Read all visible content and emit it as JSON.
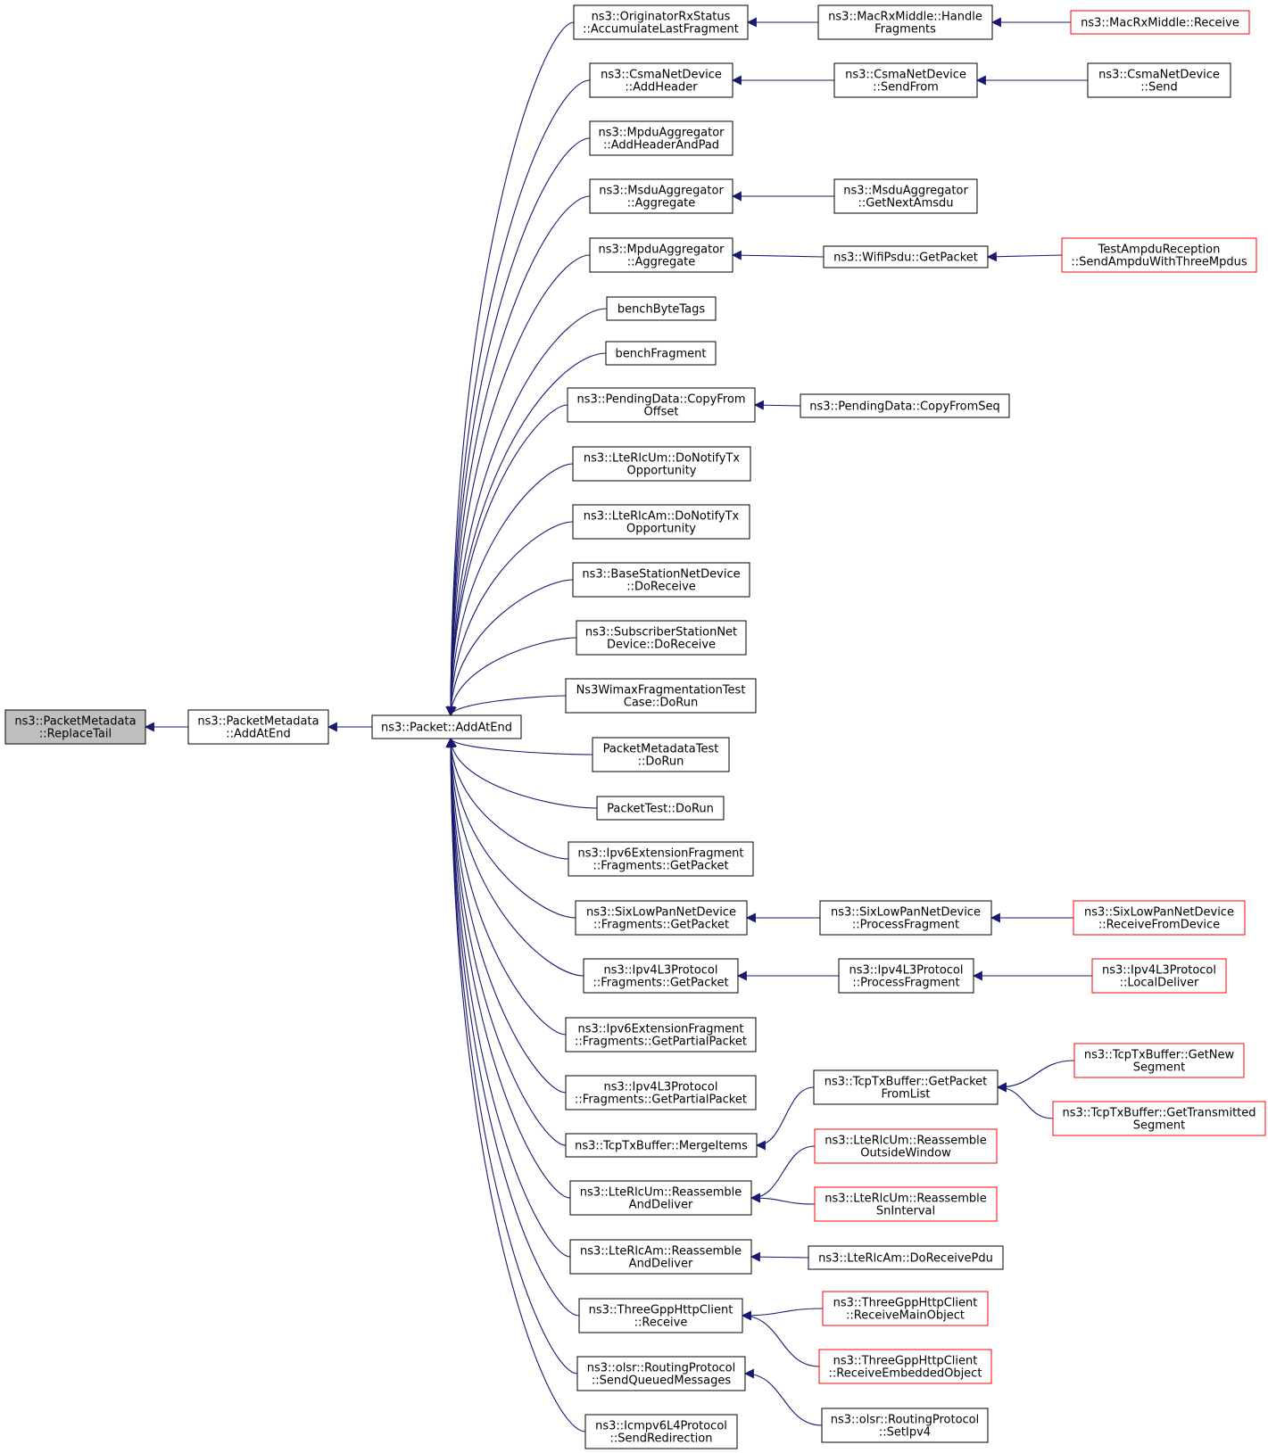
{
  "title": "",
  "colors": {
    "edge": "#191970",
    "border_normal": "#000000",
    "border_truncated": "#ff0000",
    "fill_focus": "#bfbfbf",
    "fill_normal": "#ffffff"
  },
  "nodes": [
    {
      "id": "replace-tail",
      "lines": [
        "ns3::PacketMetadata",
        "::ReplaceTail"
      ],
      "style": "focus"
    },
    {
      "id": "metadata-add-at-end",
      "lines": [
        "ns3::PacketMetadata",
        "::AddAtEnd"
      ],
      "style": "normal"
    },
    {
      "id": "packet-add-at-end",
      "lines": [
        "ns3::Packet::AddAtEnd"
      ],
      "style": "normal"
    },
    {
      "id": "accumulate-last-fragment",
      "lines": [
        "ns3::OriginatorRxStatus",
        "::AccumulateLastFragment"
      ],
      "style": "normal"
    },
    {
      "id": "mac-rx-handle-fragments",
      "lines": [
        "ns3::MacRxMiddle::Handle",
        "Fragments"
      ],
      "style": "normal"
    },
    {
      "id": "mac-rx-receive",
      "lines": [
        "ns3::MacRxMiddle::Receive"
      ],
      "style": "truncated"
    },
    {
      "id": "csma-add-header",
      "lines": [
        "ns3::CsmaNetDevice",
        "::AddHeader"
      ],
      "style": "normal"
    },
    {
      "id": "csma-send-from",
      "lines": [
        "ns3::CsmaNetDevice",
        "::SendFrom"
      ],
      "style": "normal"
    },
    {
      "id": "csma-send",
      "lines": [
        "ns3::CsmaNetDevice",
        "::Send"
      ],
      "style": "normal"
    },
    {
      "id": "mpdu-add-header-pad",
      "lines": [
        "ns3::MpduAggregator",
        "::AddHeaderAndPad"
      ],
      "style": "normal"
    },
    {
      "id": "msdu-aggregate",
      "lines": [
        "ns3::MsduAggregator",
        "::Aggregate"
      ],
      "style": "normal"
    },
    {
      "id": "msdu-get-next-amsdu",
      "lines": [
        "ns3::MsduAggregator",
        "::GetNextAmsdu"
      ],
      "style": "normal"
    },
    {
      "id": "mpdu-aggregate",
      "lines": [
        "ns3::MpduAggregator",
        "::Aggregate"
      ],
      "style": "normal"
    },
    {
      "id": "wifi-psdu-get-packet",
      "lines": [
        "ns3::WifiPsdu::GetPacket"
      ],
      "style": "normal"
    },
    {
      "id": "send-ampdu-three-mpdus",
      "lines": [
        "TestAmpduReception",
        "::SendAmpduWithThreeMpdus"
      ],
      "style": "truncated"
    },
    {
      "id": "bench-byte-tags",
      "lines": [
        "benchByteTags"
      ],
      "style": "normal"
    },
    {
      "id": "bench-fragment",
      "lines": [
        "benchFragment"
      ],
      "style": "normal"
    },
    {
      "id": "pending-copy-from-offset",
      "lines": [
        "ns3::PendingData::CopyFrom",
        "Offset"
      ],
      "style": "normal"
    },
    {
      "id": "pending-copy-from-seq",
      "lines": [
        "ns3::PendingData::CopyFromSeq"
      ],
      "style": "normal"
    },
    {
      "id": "rlc-um-notify-tx",
      "lines": [
        "ns3::LteRlcUm::DoNotifyTx",
        "Opportunity"
      ],
      "style": "normal"
    },
    {
      "id": "rlc-am-notify-tx",
      "lines": [
        "ns3::LteRlcAm::DoNotifyTx",
        "Opportunity"
      ],
      "style": "normal"
    },
    {
      "id": "bs-do-receive",
      "lines": [
        "ns3::BaseStationNetDevice",
        "::DoReceive"
      ],
      "style": "normal"
    },
    {
      "id": "ss-do-receive",
      "lines": [
        "ns3::SubscriberStationNet",
        "Device::DoReceive"
      ],
      "style": "normal"
    },
    {
      "id": "wimax-frag-test",
      "lines": [
        "Ns3WimaxFragmentationTest",
        "Case::DoRun"
      ],
      "style": "normal"
    },
    {
      "id": "packet-metadata-test",
      "lines": [
        "PacketMetadataTest",
        "::DoRun"
      ],
      "style": "normal"
    },
    {
      "id": "packet-test",
      "lines": [
        "PacketTest::DoRun"
      ],
      "style": "normal"
    },
    {
      "id": "ipv6-frag-get-packet",
      "lines": [
        "ns3::Ipv6ExtensionFragment",
        "::Fragments::GetPacket"
      ],
      "style": "normal"
    },
    {
      "id": "sixlowpan-get-packet",
      "lines": [
        "ns3::SixLowPanNetDevice",
        "::Fragments::GetPacket"
      ],
      "style": "normal"
    },
    {
      "id": "sixlowpan-process-fragment",
      "lines": [
        "ns3::SixLowPanNetDevice",
        "::ProcessFragment"
      ],
      "style": "normal"
    },
    {
      "id": "sixlowpan-receive-from-device",
      "lines": [
        "ns3::SixLowPanNetDevice",
        "::ReceiveFromDevice"
      ],
      "style": "truncated"
    },
    {
      "id": "ipv4l3-get-packet",
      "lines": [
        "ns3::Ipv4L3Protocol",
        "::Fragments::GetPacket"
      ],
      "style": "normal"
    },
    {
      "id": "ipv4l3-process-fragment",
      "lines": [
        "ns3::Ipv4L3Protocol",
        "::ProcessFragment"
      ],
      "style": "normal"
    },
    {
      "id": "ipv4l3-local-deliver",
      "lines": [
        "ns3::Ipv4L3Protocol",
        "::LocalDeliver"
      ],
      "style": "truncated"
    },
    {
      "id": "ipv6-frag-get-partial",
      "lines": [
        "ns3::Ipv6ExtensionFragment",
        "::Fragments::GetPartialPacket"
      ],
      "style": "normal"
    },
    {
      "id": "ipv4l3-get-partial",
      "lines": [
        "ns3::Ipv4L3Protocol",
        "::Fragments::GetPartialPacket"
      ],
      "style": "normal"
    },
    {
      "id": "tcp-get-packet-from-list",
      "lines": [
        "ns3::TcpTxBuffer::GetPacket",
        "FromList"
      ],
      "style": "normal"
    },
    {
      "id": "tcp-get-new-segment",
      "lines": [
        "ns3::TcpTxBuffer::GetNew",
        "Segment"
      ],
      "style": "truncated"
    },
    {
      "id": "tcp-get-transmitted-segment",
      "lines": [
        "ns3::TcpTxBuffer::GetTransmitted",
        "Segment"
      ],
      "style": "truncated"
    },
    {
      "id": "tcp-merge-items",
      "lines": [
        "ns3::TcpTxBuffer::MergeItems"
      ],
      "style": "normal"
    },
    {
      "id": "rlc-um-reassemble-outside",
      "lines": [
        "ns3::LteRlcUm::Reassemble",
        "OutsideWindow"
      ],
      "style": "truncated"
    },
    {
      "id": "rlc-um-reassemble-deliver",
      "lines": [
        "ns3::LteRlcUm::Reassemble",
        "AndDeliver"
      ],
      "style": "normal"
    },
    {
      "id": "rlc-um-reassemble-sn",
      "lines": [
        "ns3::LteRlcUm::Reassemble",
        "SnInterval"
      ],
      "style": "truncated"
    },
    {
      "id": "rlc-am-reassemble-deliver",
      "lines": [
        "ns3::LteRlcAm::Reassemble",
        "AndDeliver"
      ],
      "style": "normal"
    },
    {
      "id": "rlc-am-do-receive-pdu",
      "lines": [
        "ns3::LteRlcAm::DoReceivePdu"
      ],
      "style": "normal"
    },
    {
      "id": "http-client-receive",
      "lines": [
        "ns3::ThreeGppHttpClient",
        "::Receive"
      ],
      "style": "normal"
    },
    {
      "id": "http-receive-main",
      "lines": [
        "ns3::ThreeGppHttpClient",
        "::ReceiveMainObject"
      ],
      "style": "truncated"
    },
    {
      "id": "http-receive-embedded",
      "lines": [
        "ns3::ThreeGppHttpClient",
        "::ReceiveEmbeddedObject"
      ],
      "style": "truncated"
    },
    {
      "id": "olsr-send-queued",
      "lines": [
        "ns3::olsr::RoutingProtocol",
        "::SendQueuedMessages"
      ],
      "style": "normal"
    },
    {
      "id": "olsr-set-ipv4",
      "lines": [
        "ns3::olsr::RoutingProtocol",
        "::SetIpv4"
      ],
      "style": "normal"
    },
    {
      "id": "icmpv6-send-redirection",
      "lines": [
        "ns3::Icmpv6L4Protocol",
        "::SendRedirection"
      ],
      "style": "normal"
    }
  ],
  "edges": [
    [
      "metadata-add-at-end",
      "replace-tail"
    ],
    [
      "packet-add-at-end",
      "metadata-add-at-end"
    ],
    [
      "accumulate-last-fragment",
      "packet-add-at-end"
    ],
    [
      "mac-rx-handle-fragments",
      "accumulate-last-fragment"
    ],
    [
      "mac-rx-receive",
      "mac-rx-handle-fragments"
    ],
    [
      "csma-add-header",
      "packet-add-at-end"
    ],
    [
      "csma-send-from",
      "csma-add-header"
    ],
    [
      "csma-send",
      "csma-send-from"
    ],
    [
      "mpdu-add-header-pad",
      "packet-add-at-end"
    ],
    [
      "msdu-aggregate",
      "packet-add-at-end"
    ],
    [
      "msdu-get-next-amsdu",
      "msdu-aggregate"
    ],
    [
      "mpdu-aggregate",
      "packet-add-at-end"
    ],
    [
      "wifi-psdu-get-packet",
      "mpdu-aggregate"
    ],
    [
      "send-ampdu-three-mpdus",
      "wifi-psdu-get-packet"
    ],
    [
      "bench-byte-tags",
      "packet-add-at-end"
    ],
    [
      "bench-fragment",
      "packet-add-at-end"
    ],
    [
      "pending-copy-from-offset",
      "packet-add-at-end"
    ],
    [
      "pending-copy-from-seq",
      "pending-copy-from-offset"
    ],
    [
      "rlc-um-notify-tx",
      "packet-add-at-end"
    ],
    [
      "rlc-am-notify-tx",
      "packet-add-at-end"
    ],
    [
      "bs-do-receive",
      "packet-add-at-end"
    ],
    [
      "ss-do-receive",
      "packet-add-at-end"
    ],
    [
      "wimax-frag-test",
      "packet-add-at-end"
    ],
    [
      "packet-metadata-test",
      "packet-add-at-end"
    ],
    [
      "packet-test",
      "packet-add-at-end"
    ],
    [
      "ipv6-frag-get-packet",
      "packet-add-at-end"
    ],
    [
      "sixlowpan-get-packet",
      "packet-add-at-end"
    ],
    [
      "sixlowpan-process-fragment",
      "sixlowpan-get-packet"
    ],
    [
      "sixlowpan-receive-from-device",
      "sixlowpan-process-fragment"
    ],
    [
      "ipv4l3-get-packet",
      "packet-add-at-end"
    ],
    [
      "ipv4l3-process-fragment",
      "ipv4l3-get-packet"
    ],
    [
      "ipv4l3-local-deliver",
      "ipv4l3-process-fragment"
    ],
    [
      "ipv6-frag-get-partial",
      "packet-add-at-end"
    ],
    [
      "ipv4l3-get-partial",
      "packet-add-at-end"
    ],
    [
      "tcp-merge-items",
      "packet-add-at-end"
    ],
    [
      "tcp-get-packet-from-list",
      "tcp-merge-items"
    ],
    [
      "tcp-get-new-segment",
      "tcp-get-packet-from-list"
    ],
    [
      "tcp-get-transmitted-segment",
      "tcp-get-packet-from-list"
    ],
    [
      "rlc-um-reassemble-deliver",
      "packet-add-at-end"
    ],
    [
      "rlc-um-reassemble-outside",
      "rlc-um-reassemble-deliver"
    ],
    [
      "rlc-um-reassemble-sn",
      "rlc-um-reassemble-deliver"
    ],
    [
      "rlc-am-reassemble-deliver",
      "packet-add-at-end"
    ],
    [
      "rlc-am-do-receive-pdu",
      "rlc-am-reassemble-deliver"
    ],
    [
      "http-client-receive",
      "packet-add-at-end"
    ],
    [
      "http-receive-main",
      "http-client-receive"
    ],
    [
      "http-receive-embedded",
      "http-client-receive"
    ],
    [
      "olsr-send-queued",
      "packet-add-at-end"
    ],
    [
      "olsr-set-ipv4",
      "olsr-send-queued"
    ],
    [
      "icmpv6-send-redirection",
      "packet-add-at-end"
    ]
  ]
}
